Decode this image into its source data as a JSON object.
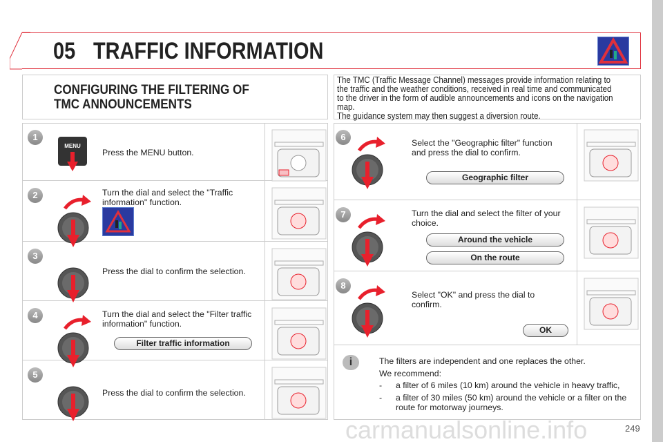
{
  "header": {
    "chapter": "05",
    "title": "TRAFFIC INFORMATION",
    "icon": "traffic-warning-icon"
  },
  "section_title": [
    "CONFIGURING THE FILTERING OF",
    "TMC ANNOUNCEMENTS"
  ],
  "intro": [
    "The TMC (Traffic Message Channel) messages provide information relating to the traffic and the weather conditions, received in real time and communicated to the driver in the form of audible announcements and icons on the navigation map.",
    "The guidance system may then suggest a diversion route."
  ],
  "steps": [
    {
      "num": "1",
      "text": "Press the MENU button.",
      "button": "MENU"
    },
    {
      "num": "2",
      "text": "Turn the dial and select the \"Traffic information\" function."
    },
    {
      "num": "3",
      "text": "Press the dial to confirm the selection."
    },
    {
      "num": "4",
      "text": "Turn the dial and select the \"Filter traffic information\" function.",
      "option": "Filter traffic information"
    },
    {
      "num": "5",
      "text": "Press the dial to confirm the selection."
    },
    {
      "num": "6",
      "text": "Select the \"Geographic filter\" function and press the dial to confirm.",
      "option": "Geographic filter"
    },
    {
      "num": "7",
      "text": "Turn the dial and select the filter of your choice.",
      "options": [
        "Around the vehicle",
        "On the route"
      ]
    },
    {
      "num": "8",
      "text": "Select \"OK\" and press the dial to confirm.",
      "option": "OK"
    }
  ],
  "info": {
    "lines": [
      "The filters are independent and one replaces the other.",
      "We recommend:"
    ],
    "bullets": [
      "a filter of 6 miles (10 km) around the vehicle in heavy traffic,",
      "a filter of 30 miles (50 km) around the vehicle or a filter on the route for motorway journeys."
    ]
  },
  "page_number": "249",
  "watermark": "carmanualsonline.info",
  "colors": {
    "accent": "#e0303c",
    "arrow": "#e8202c"
  }
}
